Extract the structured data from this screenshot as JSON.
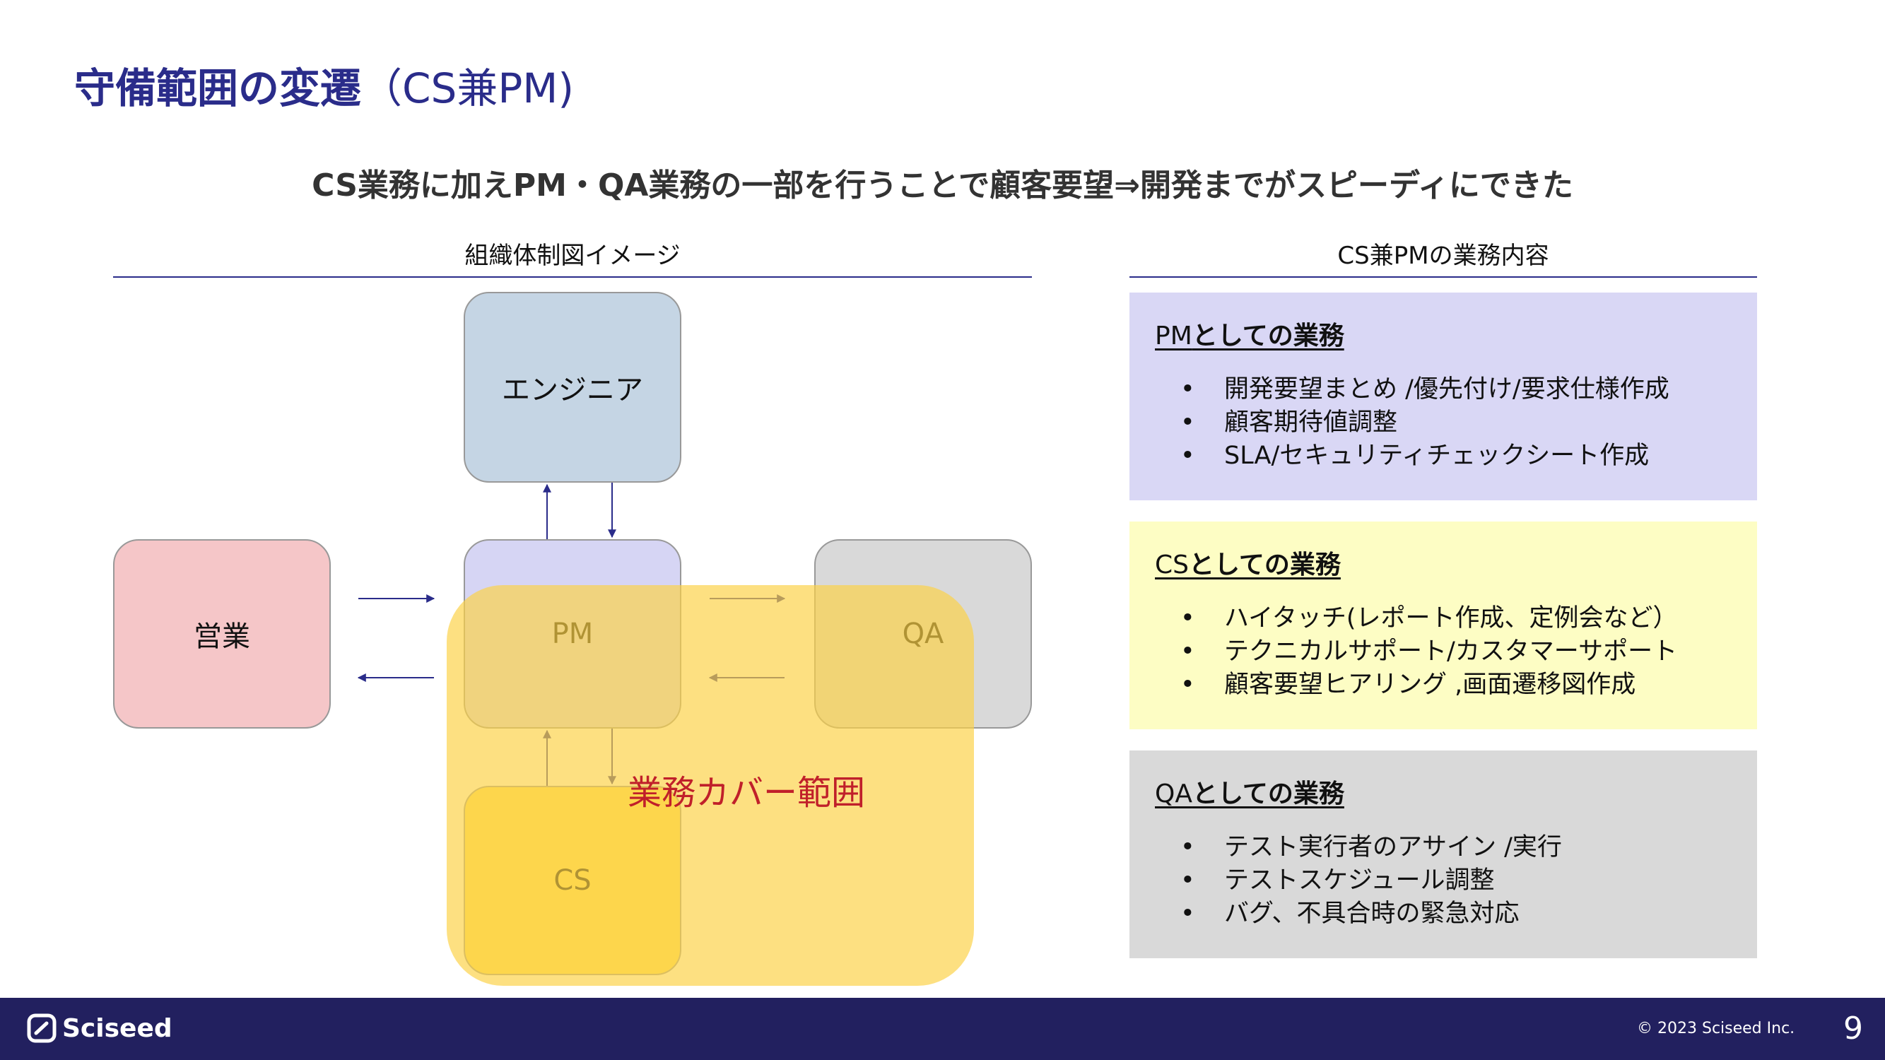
{
  "title": {
    "main": "守備範囲の変遷",
    "suffix": "（CS兼PM)"
  },
  "subtitle": "CS業務に加えPM・QA業務の一部を行うことで顧客要望⇒開発までがスピーディにできた",
  "diagram": {
    "label": "組織体制図イメージ",
    "nodes": {
      "engineer": "エンジニア",
      "sales": "営業",
      "pm": "PM",
      "qa": "QA",
      "cs": "CS"
    },
    "coverage_label": "業務カバー範囲",
    "colors": {
      "engineer": "#c5d5e4",
      "sales": "#f5c6c8",
      "pm": "#d6d5f4",
      "qa": "#d9d9d9",
      "cs": "#fde05a",
      "coverage": "#fcd246",
      "arrow": "#2a2c8a"
    }
  },
  "duties": {
    "label": "CS兼PMの業務内容",
    "panels": [
      {
        "prefix": "PM",
        "suffix": "としての業務",
        "color": "#d9d7f5",
        "items": [
          "開発要望まとめ /優先付け/要求仕様作成",
          "顧客期待値調整",
          "SLA/セキュリティチェックシート作成"
        ]
      },
      {
        "prefix": "CS",
        "suffix": "としての業務",
        "color": "#fdfdc4",
        "items": [
          "ハイタッチ(レポート作成、定例会など）",
          "テクニカルサポート/カスタマーサポート",
          "顧客要望ヒアリング ,画面遷移図作成"
        ]
      },
      {
        "prefix": "QA",
        "suffix": "としての業務",
        "color": "#d9d9d9",
        "items": [
          "テスト実行者のアサイン /実行",
          "テストスケジュール調整",
          "バグ、不具合時の緊急対応"
        ]
      }
    ]
  },
  "footer": {
    "brand": "Sciseed",
    "copyright": "© 2023 Sciseed Inc.",
    "page": "9"
  }
}
